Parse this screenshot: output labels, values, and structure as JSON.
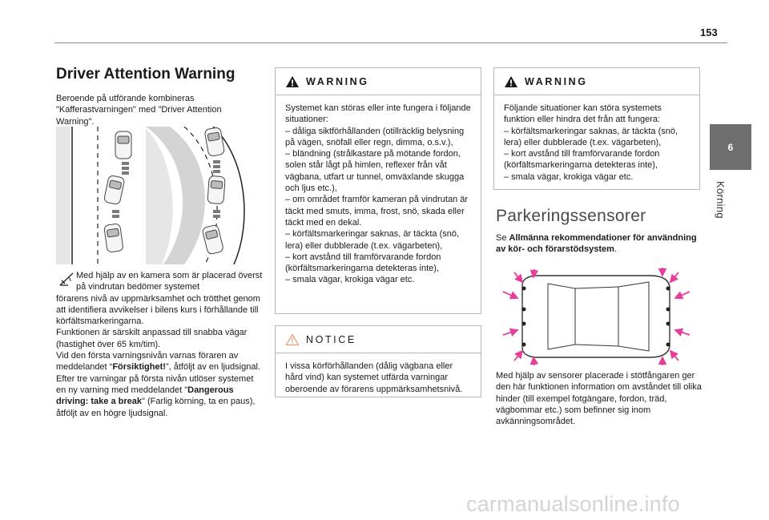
{
  "page": {
    "number": "153",
    "chapter_number": "6",
    "chapter_title": "Körning"
  },
  "watermark": "carmanualsonline.info",
  "driver_attention": {
    "title": "Driver Attention Warning",
    "intro": "Beroende på utförande kombineras \"Kafferastvarningen\" med \"Driver Attention Warning\".",
    "camera_text_first": "Med hjälp av en kamera som är placerad överst på vindrutan bedömer systemet",
    "camera_text_rest": "förarens nivå av uppmärksamhet och trötthet genom att identifiera avvikelser i bilens kurs i förhållande till körfältsmarkeringarna.",
    "p2": "Funktionen är särskilt anpassad till snabba vägar (hastighet över 65 km/tim).",
    "p3_pre": "Vid den första varningsnivån varnas föraren av meddelandet “",
    "p3_bold": "Försiktighet!",
    "p3_post": "”, åtföljt av en ljudsignal.",
    "p4_pre": "Efter tre varningar på första nivån utlöser systemet en ny varning med meddelandet \"",
    "p4_bold": "Dangerous driving: take a break",
    "p4_post": "\" (Farlig körning, ta en paus), åtföljt av en högre ljudsignal."
  },
  "warning1": {
    "label": "WARNING",
    "lines": [
      "Systemet kan störas eller inte fungera i följande situationer:",
      "–  dåliga siktförhållanden (otillräcklig belysning på vägen, snöfall eller regn, dimma, o.s.v.),",
      "–  bländning (strålkastare på mötande fordon, solen står lågt på himlen, reflexer från våt vägbana, utfart ur tunnel, omväxlande skugga och ljus etc.),",
      "–  om området framför kameran på vindrutan är täckt med smuts, imma, frost, snö, skada eller täckt med en dekal.",
      "–  körfältsmarkeringar saknas, är täckta (snö, lera) eller dubblerade (t.ex. vägarbeten),",
      "–  kort avstånd till framförvarande fordon (körfältsmarkeringarna detekteras inte),",
      "–  smala vägar, krokiga vägar etc."
    ]
  },
  "notice1": {
    "label": "NOTICE",
    "text": "I vissa körförhållanden (dålig vägbana eller hård vind) kan systemet utfärda varningar oberoende av förarens uppmärksamhetsnivå."
  },
  "warning2": {
    "label": "WARNING",
    "lines": [
      "Följande situationer kan störa systemets funktion eller hindra det från att fungera:",
      "–  körfältsmarkeringar saknas, är täckta (snö, lera) eller dubblerade (t.ex. vägarbeten),",
      "–  kort avstånd till framförvarande fordon (körfältsmarkeringarna detekteras inte),",
      "–  smala vägar, krokiga vägar etc."
    ]
  },
  "parking": {
    "title": "Parkeringssensorer",
    "ref_pre": "Se ",
    "ref_bold": "Allmänna rekommendationer för användning av kör- och förarstödsystem",
    "ref_post": ".",
    "text": "Med hjälp av sensorer placerade i stötfångaren ger den här funktionen information om avståndet till olika hinder (till exempel  fotgängare, fordon, träd, vägbommar etc.) som befinner sig inom avkänningsområdet."
  },
  "colors": {
    "accent_tab": "#6e6e6e",
    "sensor_arrow": "#e83e9a",
    "warning_icon": "#1a1a1a",
    "notice_icon": "#e8a37c"
  },
  "icons": {
    "warning": "warning-triangle-icon",
    "notice": "notice-triangle-icon",
    "camera": "camera-sensor-icon"
  }
}
